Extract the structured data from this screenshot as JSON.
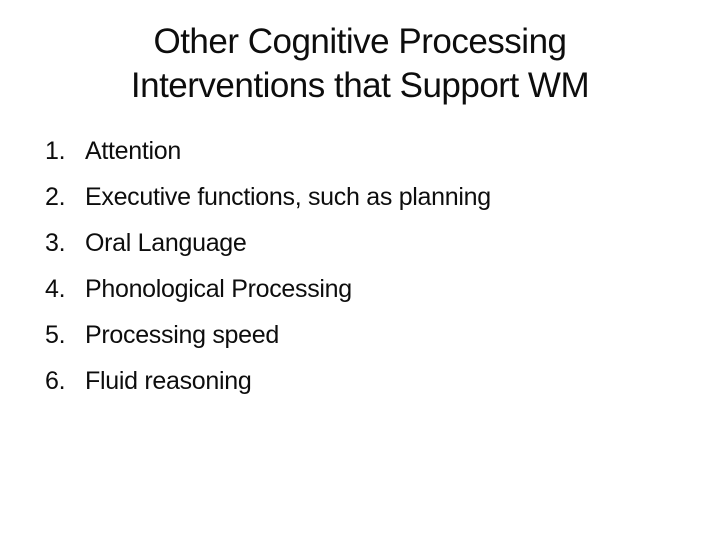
{
  "slide": {
    "title": {
      "lines": [
        "Other Cognitive Processing",
        "Interventions that Support WM"
      ]
    },
    "list": {
      "items": [
        {
          "number": "1.",
          "text": "Attention"
        },
        {
          "number": "2.",
          "text": "Executive functions, such as planning"
        },
        {
          "number": "3.",
          "text": "Oral Language"
        },
        {
          "number": "4.",
          "text": "Phonological Processing"
        },
        {
          "number": "5.",
          "text": "Processing speed"
        },
        {
          "number": "6.",
          "text": "Fluid reasoning"
        }
      ]
    },
    "colors": {
      "background": "#ffffff",
      "text": "#0d0d0d"
    }
  }
}
